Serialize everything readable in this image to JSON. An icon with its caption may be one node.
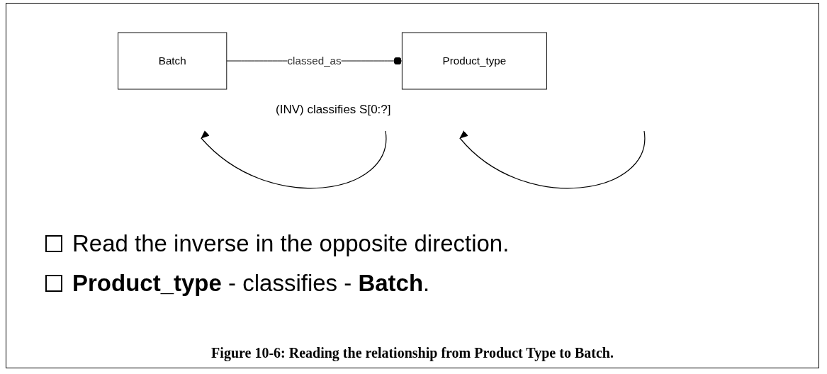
{
  "diagram": {
    "caption": "Figure 10-6: Reading the relationship from Product Type to Batch.",
    "nodes": [
      {
        "text": [
          "Batch"
        ]
      },
      {
        "text": [
          "Product_type"
        ]
      }
    ],
    "edges": [
      {
        "from": 0,
        "to": 1,
        "arrow": "other",
        "label": "classed_as"
      }
    ],
    "labels": [
      "(INV) classifies S[0:?]",
      "Read the inverse in the opposite direction.",
      "**Product_type** - classifies - **Batch**."
    ]
  }
}
